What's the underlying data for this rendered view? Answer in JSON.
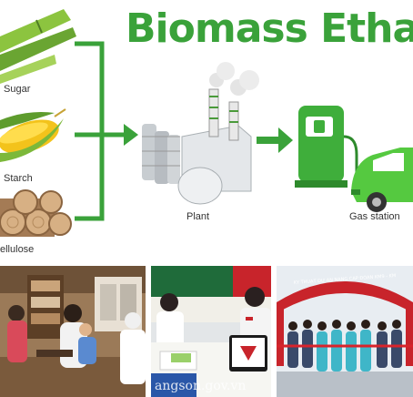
{
  "infographic": {
    "title": "Biomass Ethanol",
    "sources": [
      "Sugar",
      "Starch",
      "ellulose"
    ],
    "plant_label": "Plant",
    "station_label": "Gas station"
  },
  "photos": {
    "watermark": "angson.gov.vn",
    "banner_text": "KỸ THUẬT DỰ ÁN   NÂNG CẤP ĐOẠN KM9 - KM"
  },
  "colors": {
    "brand_green": "#3aa23a",
    "banner_red": "#c8242b"
  }
}
